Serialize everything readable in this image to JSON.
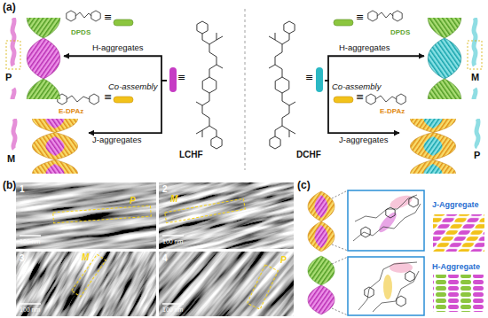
{
  "diagram": {
    "nodes": [
      {
        "text": [
          "P"
        ]
      },
      {
        "text": [
          "LCHF"
        ]
      },
      {
        "text": [
          "DCHF"
        ]
      },
      {
        "text": [
          "M"
        ]
      },
      {
        "text": [
          "M"
        ]
      },
      {
        "text": [
          "P"
        ]
      }
    ],
    "edges": [
      {
        "from": 1,
        "to": 0,
        "arrow": "to",
        "label": "H-aggregates"
      },
      {
        "from": 1,
        "to": 4,
        "arrow": "to",
        "label": "J-aggregates"
      },
      {
        "from": 2,
        "to": 3,
        "arrow": "to",
        "label": "H-aggregates"
      },
      {
        "from": 2,
        "to": 5,
        "arrow": "to",
        "label": "J-aggregates"
      }
    ],
    "labels": [
      "(a)",
      "DPDS",
      "≡",
      "E-DPAz",
      "≡",
      "Co-assembly",
      "≡",
      "≡",
      "Co-assembly",
      "DPDS",
      "≡",
      "E-DPAz",
      "≡",
      "(b)",
      "1",
      "2",
      "3",
      "4",
      "P",
      "M",
      "M",
      "P",
      "100 nm",
      "100 nm",
      "100 nm",
      "100 nm",
      "(c)",
      "J-Aggregate",
      "H-Aggregate"
    ]
  }
}
